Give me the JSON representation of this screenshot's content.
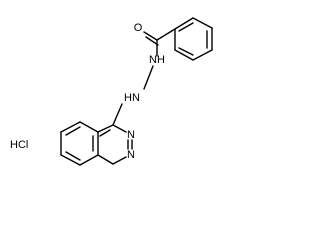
{
  "molecule": {
    "atoms": {
      "oxygen": "O",
      "hydrazide_nh": "NH",
      "hydrazine_nh": "HN",
      "ring_n_upper": "N",
      "ring_n_lower": "N"
    },
    "salt": "HCl"
  },
  "colors": {
    "ink": "#000000",
    "background": "#ffffff"
  }
}
